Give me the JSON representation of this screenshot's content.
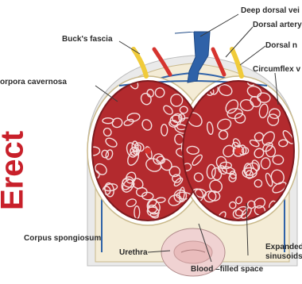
{
  "side_title": "Erect",
  "labels": {
    "deep_dorsal_vein": "Deep dorsal vei",
    "dorsal_artery": "Dorsal artery",
    "dorsal_nerve": "Dorsal n",
    "bucks_fascia": "Buck's fascia",
    "corpora_cavernosa": "orpora cavernosa",
    "circumflex_vein": "Circumflex v",
    "corpus_spongiosum": "Corpus spongiosum",
    "urethra": "Urethra",
    "blood_filled_space": "Blood –filled space",
    "expanded_sinusoids_1": "Expanded",
    "expanded_sinusoids_2": "sinusoids"
  },
  "colors": {
    "side_title": "#c8202a",
    "tunica": "#f4ecd6",
    "sinusoid_tissue": "#b32a2e",
    "sinusoid_wall": "#f3dede",
    "vein": "#2f62a8",
    "artery": "#d6342f",
    "nerve": "#f0cb3a",
    "urethra": "#e9bcbc",
    "leader_line": "#3a3a3a"
  }
}
